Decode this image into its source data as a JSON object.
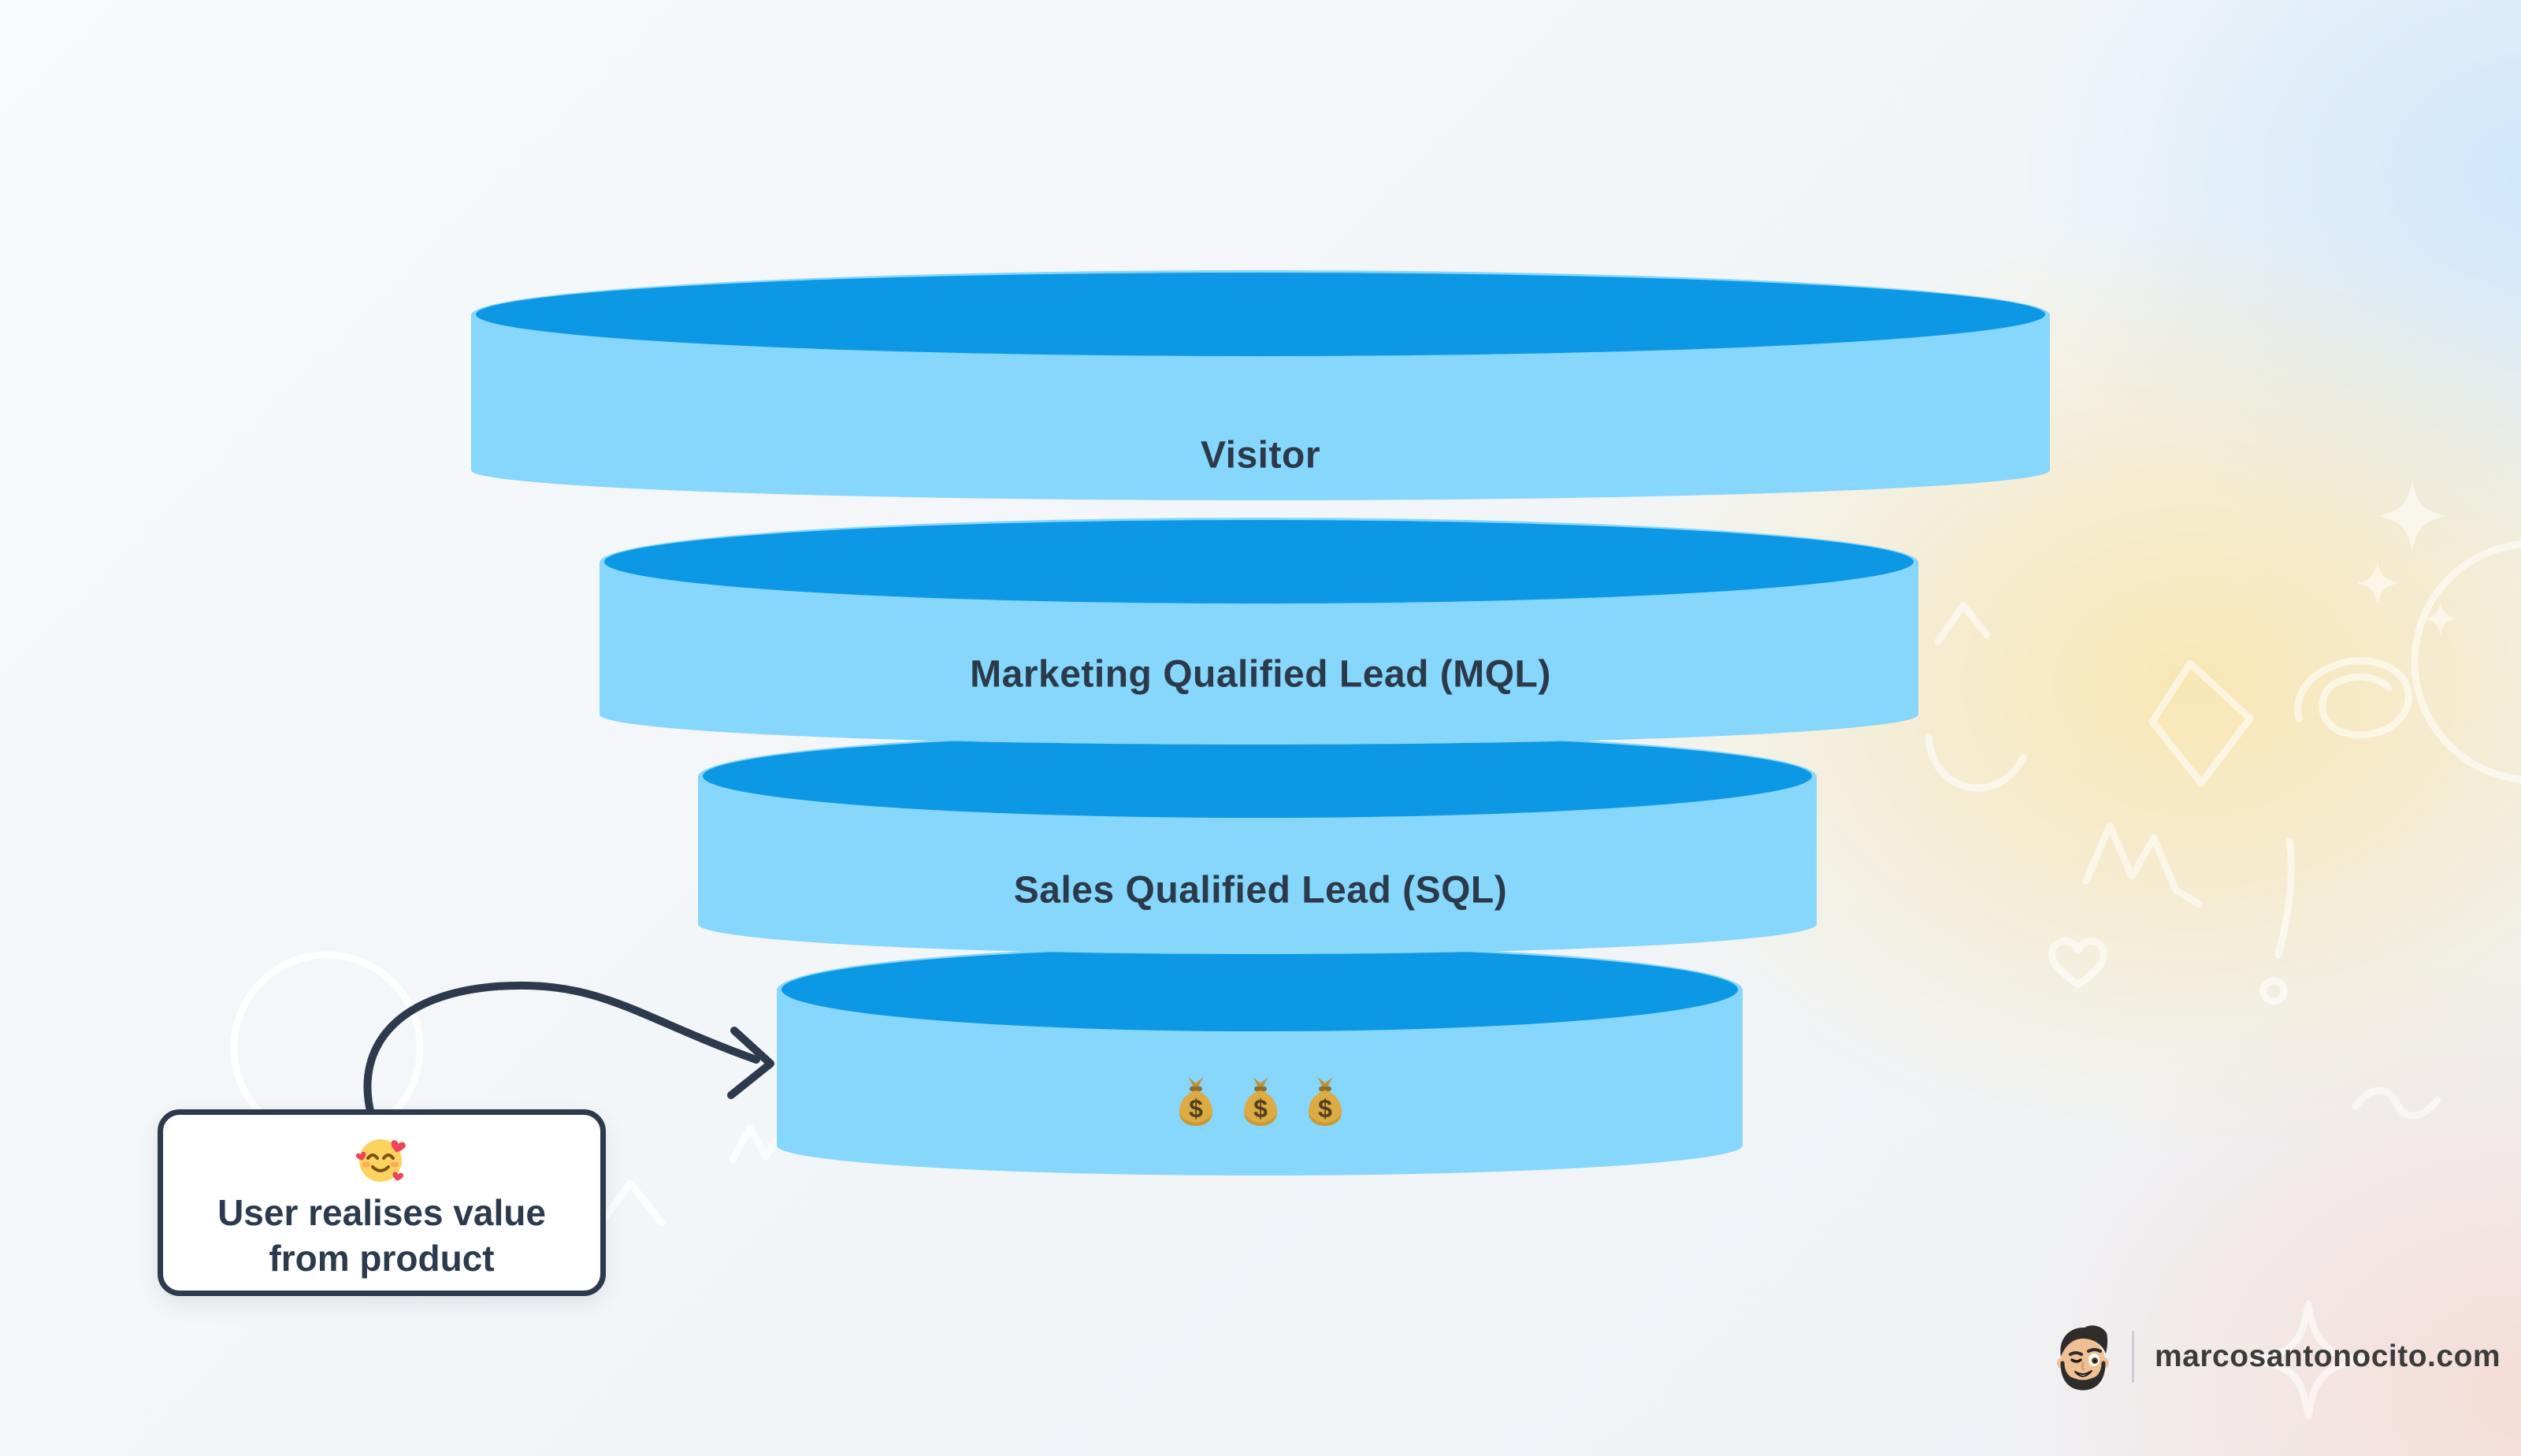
{
  "funnel": {
    "tiers": [
      {
        "id": "visitor",
        "label": "Visitor"
      },
      {
        "id": "mql",
        "label": "Marketing Qualified Lead (MQL)"
      },
      {
        "id": "sql",
        "label": "Sales Qualified Lead (SQL)"
      },
      {
        "id": "value-realised",
        "label": "",
        "emoji": "💰💰💰",
        "emoji_icon": "money-bag-emoji",
        "emoji_count": 3
      }
    ],
    "colors": {
      "tier_top": "#0c98e5",
      "tier_body": "#87d6fb",
      "label_text": "#2b3a4a"
    }
  },
  "annotation": {
    "emoji": "🥰",
    "emoji_icon": "smiling-face-with-hearts-emoji",
    "text": "User realises value from product",
    "border_color": "#2d3a4d",
    "background": "#ffffff"
  },
  "arrow": {
    "color": "#2d3a4d",
    "from": "annotation-card",
    "to": "funnel-tier-value-realised"
  },
  "watermark": {
    "site_label": "marcosantonocito.com",
    "avatar_icon": "winking-memoji-avatar",
    "text_color": "#3c3c3c"
  }
}
